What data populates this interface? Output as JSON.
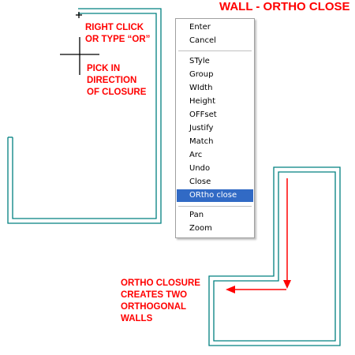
{
  "title": "WALL - ORTHO CLOSE",
  "notes": {
    "right_click": [
      "RIGHT CLICK",
      "OR TYPE “OR”"
    ],
    "pick": [
      "PICK IN",
      "DIRECTION",
      "OF CLOSURE"
    ],
    "ortho_closure": [
      "ORTHO CLOSURE",
      "CREATES TWO",
      "ORTHOGONAL",
      "WALLS"
    ]
  },
  "context_menu": {
    "groups": [
      [
        "Enter",
        "Cancel"
      ],
      [
        "STyle",
        "Group",
        "WIdth",
        "Height",
        "OFFset",
        "Justify",
        "Match",
        "Arc",
        "Undo",
        "Close",
        "ORtho close"
      ],
      [
        "Pan",
        "Zoom"
      ]
    ],
    "selected": "ORtho close"
  },
  "colors": {
    "wall": "#008080",
    "annotation": "#ff0000",
    "menu_highlight": "#316ac5"
  },
  "icons": {
    "cursor": "crosshair-cursor-icon"
  }
}
